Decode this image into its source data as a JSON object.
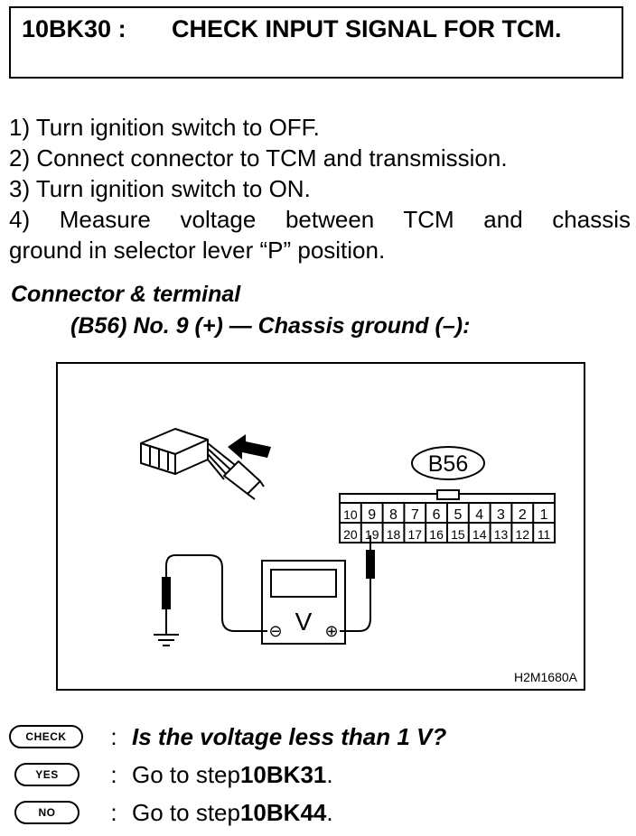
{
  "header": {
    "code": "10BK30 :",
    "title": "CHECK INPUT SIGNAL FOR TCM."
  },
  "steps": [
    "1)  Turn ignition switch to OFF.",
    "2)  Connect connector to TCM and transmission.",
    "3)  Turn ignition switch to ON.",
    "4)  Measure voltage between TCM and chassis",
    "ground in selector lever “P” position."
  ],
  "connector": {
    "heading": "Connector & terminal",
    "detail": "(B56) No. 9 (+) — Chassis ground (–):"
  },
  "figure": {
    "connector_label": "B56",
    "top_row_pins": [
      "10",
      "9",
      "8",
      "7",
      "6",
      "5",
      "4",
      "3",
      "2",
      "1"
    ],
    "bottom_row_pins": [
      "20",
      "19",
      "18",
      "17",
      "16",
      "15",
      "14",
      "13",
      "12",
      "11"
    ],
    "meter_letter": "V",
    "minus_symbol": "⊖",
    "plus_symbol": "⊕",
    "figure_code": "H2M1680A"
  },
  "results": {
    "check": {
      "badge": "CHECK",
      "colon": ":",
      "text": "Is the voltage less than 1 V?"
    },
    "yes": {
      "badge": "YES",
      "colon": ":",
      "text": "Go to step ",
      "step": "10BK31",
      "end": "."
    },
    "no": {
      "badge": "NO",
      "colon": ":",
      "text": "Go to step ",
      "step": "10BK44",
      "end": "."
    }
  }
}
